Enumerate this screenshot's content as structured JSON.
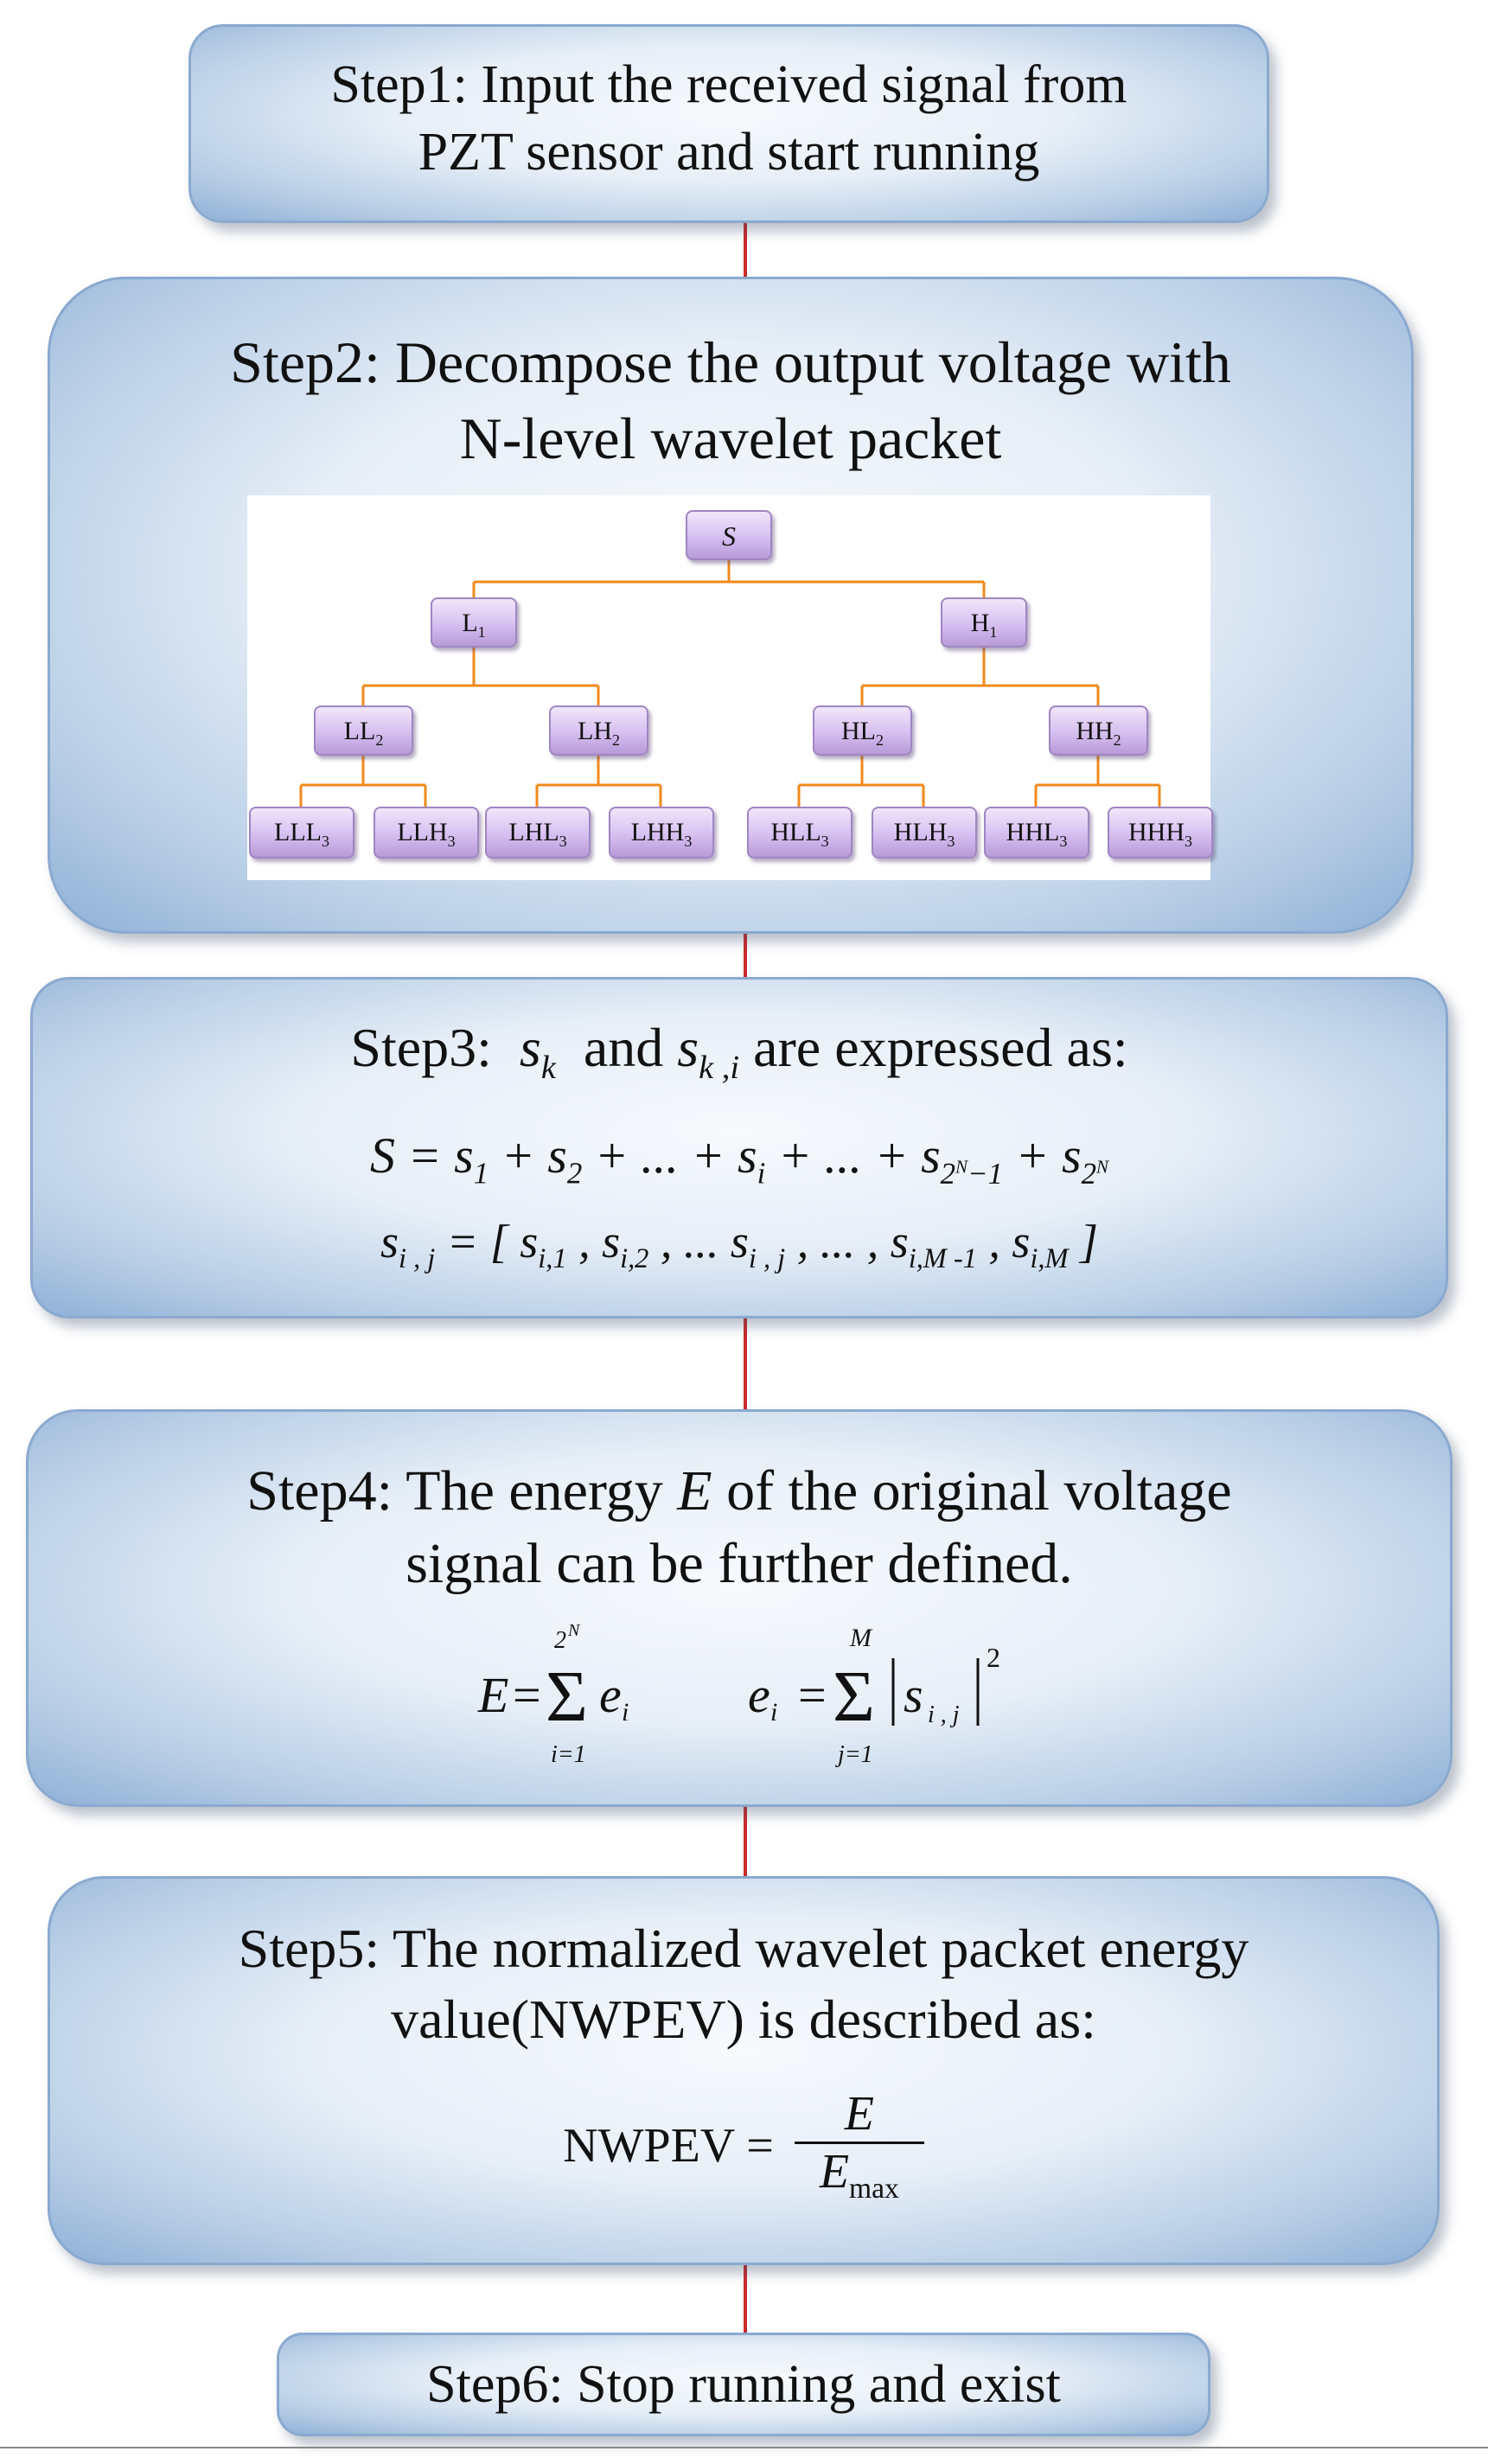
{
  "steps": {
    "step1": {
      "line1": "Step1: Input the received signal from",
      "line2": "PZT sensor and start running"
    },
    "step2": {
      "line1": "Step2: Decompose the output voltage with",
      "line2": "N-level wavelet packet"
    },
    "step3": {
      "prefix": "Step3:",
      "sym1": "s",
      "sym1_sub": "k",
      "and": "and",
      "sym2": "s",
      "sym2_sub": "k ,i",
      "suffix": "are expressed as:",
      "formula1": "S = s1 + s2 + ... + si + ... + s2^N−1 + s2^N",
      "formula2": "s i , j = [ s i,1 , s i,2 , ... s i , j , ... , s i,M -1 , s i,M ]"
    },
    "step4": {
      "line1_a": "Step4: The energy",
      "line1_E": "E",
      "line1_b": "of the original voltage",
      "line2": "signal can be further defined.",
      "formula": "E = Σ_{i=1}^{2^N} e_i    e_i = Σ_{j=1}^{M} |s_{i,j}|^2"
    },
    "step5": {
      "line1": "Step5: The normalized wavelet packet energy",
      "line2": "value(NWPEV) is described as:",
      "formula_lhs": "NWPEV =",
      "numerator": "E",
      "denominator": "E",
      "denominator_sub": "max"
    },
    "step6": {
      "text": "Step6: Stop running and exist"
    }
  },
  "tree": {
    "root": "S",
    "level1": [
      "L1",
      "H1"
    ],
    "level2": [
      "LL2",
      "LH2",
      "HL2",
      "HH2"
    ],
    "level3": [
      "LLL3",
      "LLH3",
      "LHL3",
      "LHH3",
      "HLL3",
      "HLH3",
      "HHL3",
      "HHH3"
    ]
  },
  "colors": {
    "connector": "#cc2b2b",
    "tree_line": "#f08a1c",
    "box_edge": "#8aa9cf",
    "node_fill": "#d6bff0"
  }
}
